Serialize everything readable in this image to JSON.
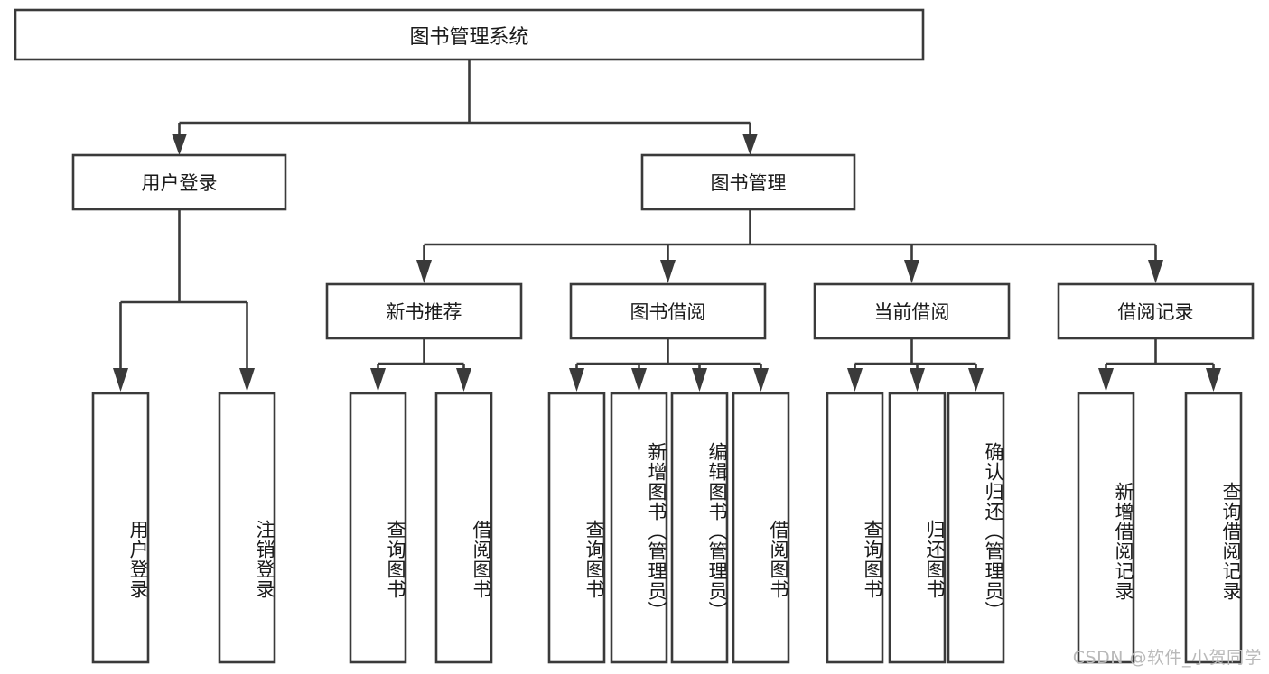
{
  "diagram": {
    "kind": "hierarchy-tree",
    "title": "图书管理系统",
    "watermark": "CSDN @软件_小贺同学",
    "levels": {
      "root": "图书管理系统",
      "level2": [
        "用户登录",
        "图书管理"
      ],
      "level3": [
        "新书推荐",
        "图书借阅",
        "当前借阅",
        "借阅记录"
      ]
    },
    "nodes": {
      "root": {
        "label": "图书管理系统"
      },
      "user_login": {
        "label": "用户登录"
      },
      "book_manage": {
        "label": "图书管理"
      },
      "new_book_rec": {
        "label": "新书推荐"
      },
      "book_borrow": {
        "label": "图书借阅"
      },
      "current_borrow": {
        "label": "当前借阅"
      },
      "borrow_record": {
        "label": "借阅记录"
      },
      "leaf_user_login": {
        "label": "用户登录"
      },
      "leaf_user_logout": {
        "label": "注销登录"
      },
      "leaf_query_book_1": {
        "label": "查询图书"
      },
      "leaf_borrow_book_1": {
        "label": "借阅图书"
      },
      "leaf_query_book_2": {
        "label": "查询图书"
      },
      "leaf_add_book_admin": {
        "label": "新增图书（管理员）"
      },
      "leaf_edit_book_admin": {
        "label": "编辑图书（管理员）"
      },
      "leaf_borrow_book_2": {
        "label": "借阅图书"
      },
      "leaf_query_book_3": {
        "label": "查询图书"
      },
      "leaf_return_book": {
        "label": "归还图书"
      },
      "leaf_confirm_return_admin": {
        "label": "确认归还（管理员）"
      },
      "leaf_add_record": {
        "label": "新增借阅记录"
      },
      "leaf_query_record": {
        "label": "查询借阅记录"
      }
    },
    "edges": [
      {
        "from": "root",
        "to": "user_login"
      },
      {
        "from": "root",
        "to": "book_manage"
      },
      {
        "from": "user_login",
        "to": "leaf_user_login"
      },
      {
        "from": "user_login",
        "to": "leaf_user_logout"
      },
      {
        "from": "book_manage",
        "to": "new_book_rec"
      },
      {
        "from": "book_manage",
        "to": "book_borrow"
      },
      {
        "from": "book_manage",
        "to": "current_borrow"
      },
      {
        "from": "book_manage",
        "to": "borrow_record"
      },
      {
        "from": "new_book_rec",
        "to": "leaf_query_book_1"
      },
      {
        "from": "new_book_rec",
        "to": "leaf_borrow_book_1"
      },
      {
        "from": "book_borrow",
        "to": "leaf_query_book_2"
      },
      {
        "from": "book_borrow",
        "to": "leaf_add_book_admin"
      },
      {
        "from": "book_borrow",
        "to": "leaf_edit_book_admin"
      },
      {
        "from": "book_borrow",
        "to": "leaf_borrow_book_2"
      },
      {
        "from": "current_borrow",
        "to": "leaf_query_book_3"
      },
      {
        "from": "current_borrow",
        "to": "leaf_return_book"
      },
      {
        "from": "current_borrow",
        "to": "leaf_confirm_return_admin"
      },
      {
        "from": "borrow_record",
        "to": "leaf_add_record"
      },
      {
        "from": "borrow_record",
        "to": "leaf_query_record"
      }
    ],
    "colors": {
      "box_fill": "#ffffff",
      "box_stroke": "#3a3a3a",
      "text": "#1a1a1a",
      "background": "#ffffff",
      "watermark": "#b9b9b9"
    }
  }
}
